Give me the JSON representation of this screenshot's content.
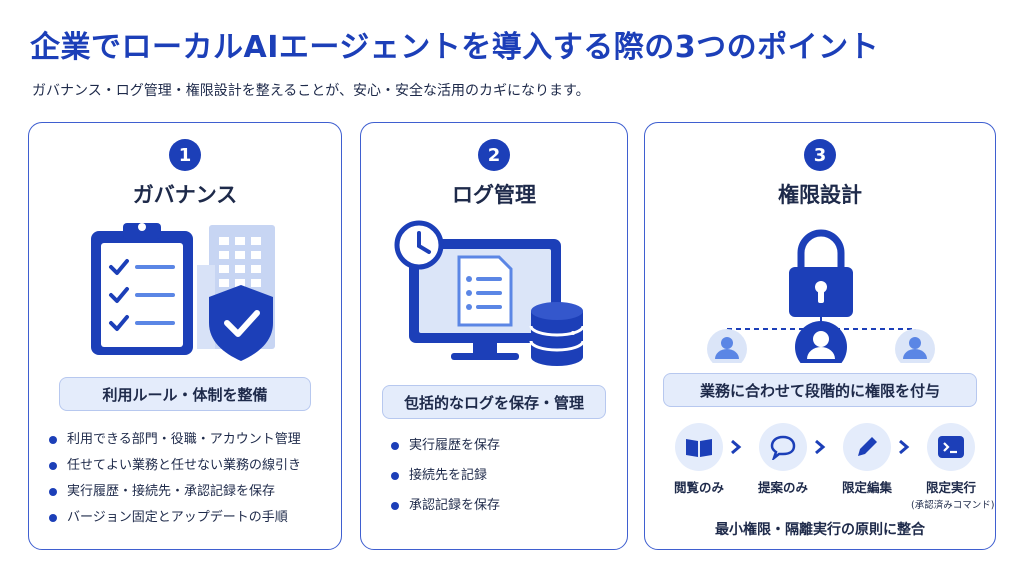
{
  "title": "企業でローカルAIエージェントを導入する際の3つのポイント",
  "subtitle": "ガバナンス・ログ管理・権限設計を整えることが、安心・安全な活用のカギになります。",
  "colors": {
    "accent": "#1c3fb8",
    "light": "#e4ecfb",
    "text": "#1e2a4a"
  },
  "cards": [
    {
      "number": "1",
      "title": "ガバナンス",
      "icons": [
        "clipboard-checklist-icon",
        "building-icon",
        "shield-check-icon"
      ],
      "pill": "利用ルール・体制を整備",
      "bullets": [
        "利用できる部門・役職・アカウント管理",
        "任せてよい業務と任せない業務の線引き",
        "実行履歴・接続先・承認記録を保存",
        "バージョン固定とアップデートの手順"
      ]
    },
    {
      "number": "2",
      "title": "ログ管理",
      "icons": [
        "clock-icon",
        "monitor-icon",
        "document-icon",
        "database-icon"
      ],
      "pill": "包括的なログを保存・管理",
      "bullets": [
        "実行履歴を保存",
        "接続先を記録",
        "承認記録を保存"
      ]
    },
    {
      "number": "3",
      "title": "権限設計",
      "icons": [
        "lock-icon",
        "user-icon"
      ],
      "pill": "業務に合わせて段階的に権限を付与",
      "steps": [
        {
          "label": "閲覧のみ",
          "sub": "",
          "icon": "book-icon"
        },
        {
          "label": "提案のみ",
          "sub": "",
          "icon": "chat-bubble-icon"
        },
        {
          "label": "限定編集",
          "sub": "",
          "icon": "pencil-icon"
        },
        {
          "label": "限定実行",
          "sub": "(承認済みコマンド)",
          "icon": "terminal-icon"
        }
      ],
      "footer": "最小権限・隔離実行の原則に整合"
    }
  ]
}
